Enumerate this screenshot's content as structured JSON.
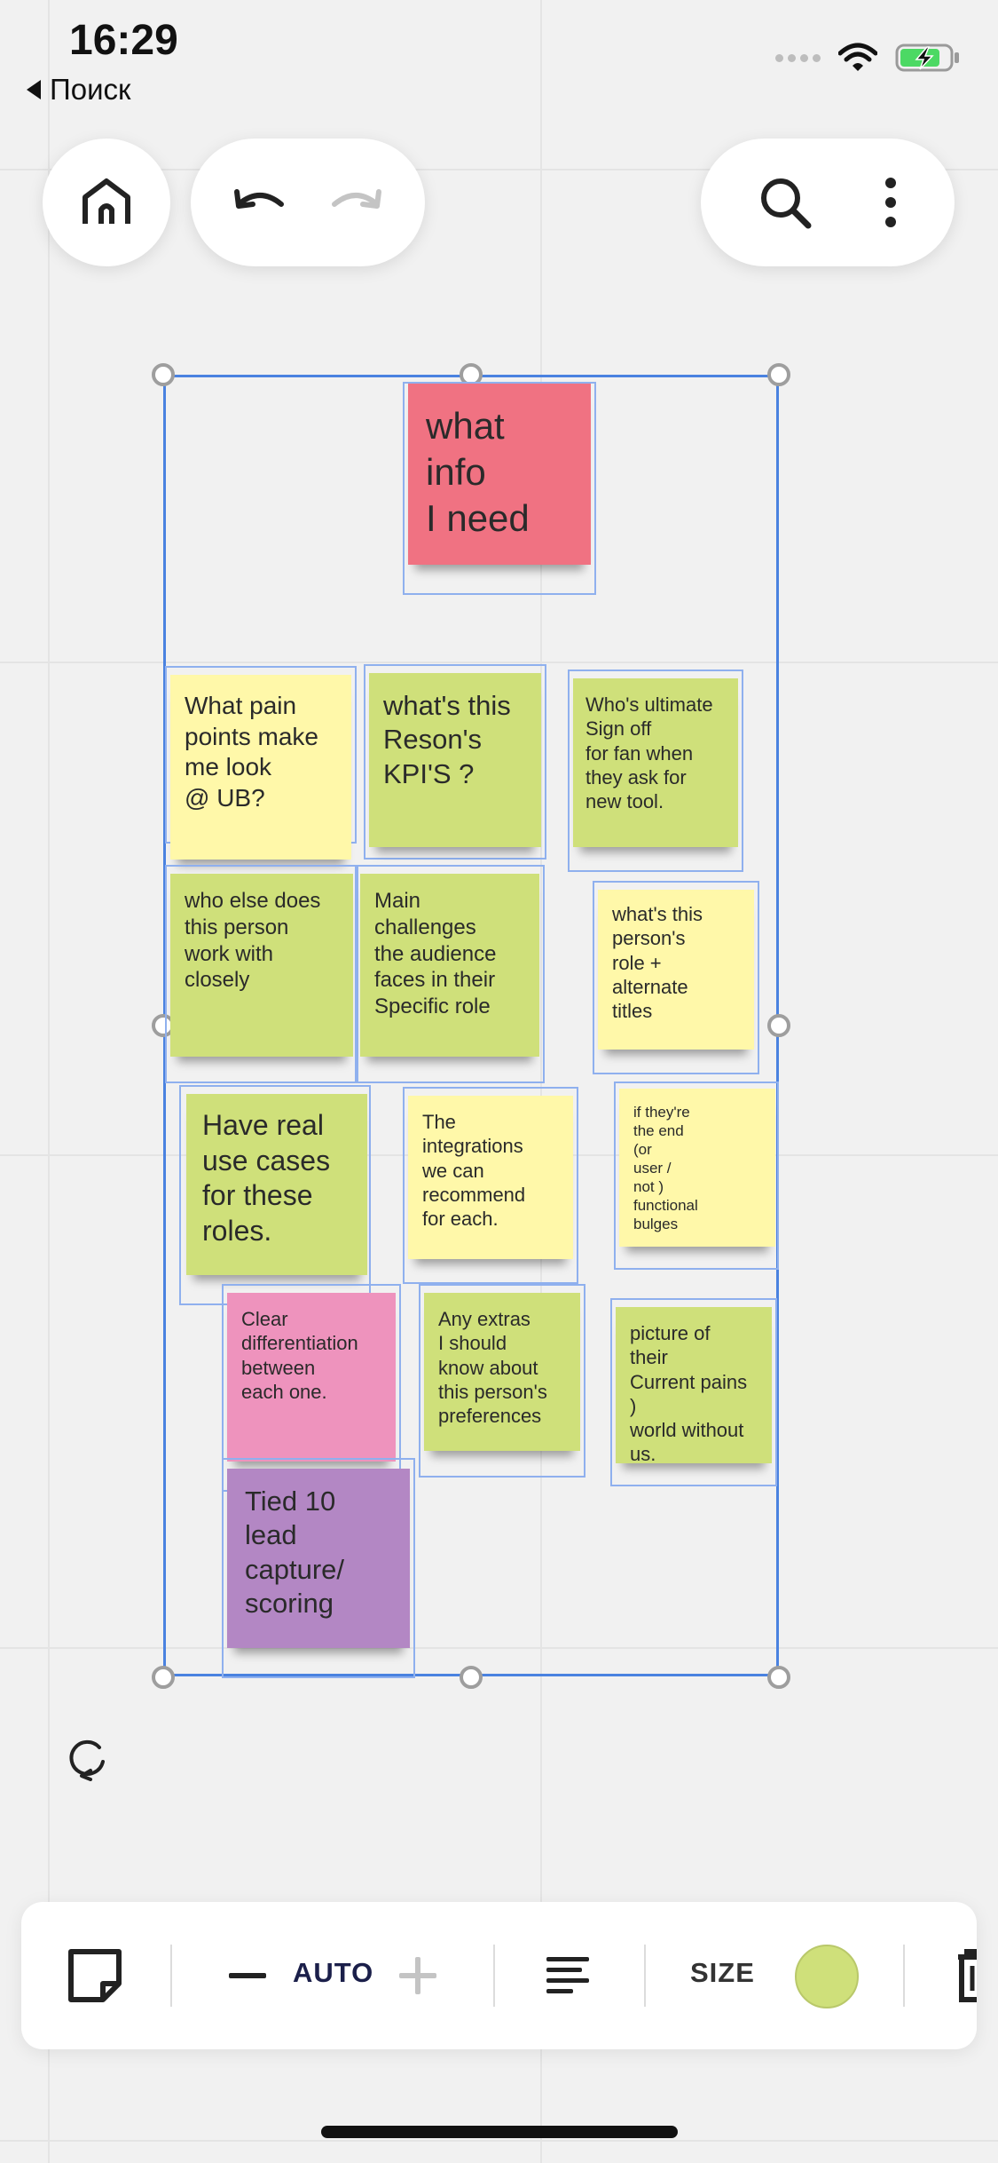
{
  "status_bar": {
    "time": "16:29",
    "back_label": "Поиск",
    "icons": [
      "signal-icon",
      "wifi-icon",
      "battery-charging-icon"
    ],
    "battery_color": "#4cd964"
  },
  "top_toolbar": {
    "icons": [
      "home-icon",
      "undo-icon",
      "redo-icon",
      "search-icon",
      "more-vertical-icon"
    ]
  },
  "notes": [
    {
      "text": "what\ninfo\nI need",
      "color": "#f07282"
    },
    {
      "text": "What pain\npoints make\nme look\n@ UB?",
      "color": "#fff8a9"
    },
    {
      "text": "what's this\nReson's\nKPI'S ?",
      "color": "#cfe07a"
    },
    {
      "text": "Who's ultimate\nSign off\nfor fan when\nthey ask for\nnew tool.",
      "color": "#cfe07a"
    },
    {
      "text": "who else does\nthis person\nwork with\nclosely",
      "color": "#cfe07a"
    },
    {
      "text": "Main\nchallenges\nthe audience\nfaces in their\nSpecific role",
      "color": "#cfe07a"
    },
    {
      "text": "what's this\nperson's\nrole +\nalternate\ntitles",
      "color": "#fff8a9"
    },
    {
      "text": "Have real\nuse cases\nfor these\nroles.",
      "color": "#cfe07a"
    },
    {
      "text": "The\nintegrations\nwe can\nrecommend\nfor each.",
      "color": "#fff8a9"
    },
    {
      "text": "if they're\nthe end\n(or\nuser /\nnot )\nfunctional\nbulges",
      "color": "#fff8a9"
    },
    {
      "text": "Clear\ndifferentiation\nbetween\neach one.",
      "color": "#ee93bd"
    },
    {
      "text": "Any extras\nI should\nknow about\nthis person's\npreferences",
      "color": "#cfe07a"
    },
    {
      "text": "picture of\ntheir\nCurrent pains )\nworld without\nus.",
      "color": "#cfe07a"
    },
    {
      "text": "Tied 10\nlead\ncapture/\nscoring",
      "color": "#b387c4"
    }
  ],
  "bottom_toolbar": {
    "size_mode": "AUTO",
    "size_label": "SIZE",
    "selected_color": "#cfe07a",
    "icons": [
      "sticky-note-icon",
      "minus-icon",
      "plus-icon",
      "align-left-icon",
      "delete-icon"
    ]
  }
}
